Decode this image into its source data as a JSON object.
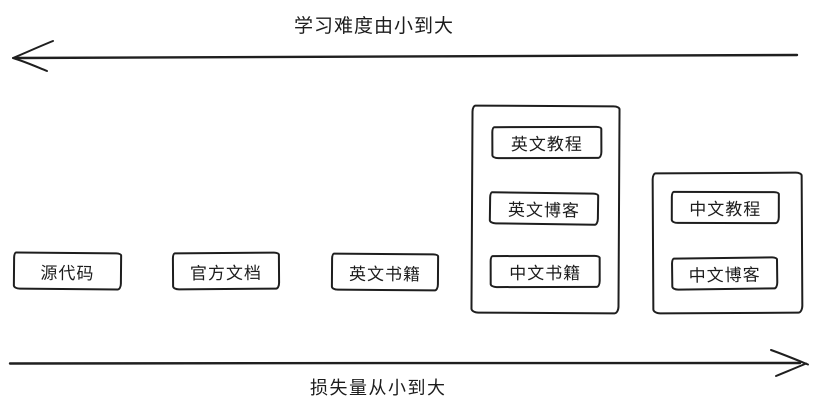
{
  "diagram": {
    "background": "#ffffff",
    "ink_color": "#1f1f1f"
  },
  "axes": {
    "top": {
      "label": "学习难度由小到大",
      "direction": "left"
    },
    "bottom": {
      "label": "损失量从小到大",
      "direction": "right"
    }
  },
  "nodes": [
    {
      "id": "source-code",
      "label": "源代码"
    },
    {
      "id": "official-docs",
      "label": "官方文档"
    },
    {
      "id": "english-books",
      "label": "英文书籍"
    }
  ],
  "groups": [
    {
      "id": "group-english-resources",
      "items": [
        {
          "id": "english-tutorials",
          "label": "英文教程"
        },
        {
          "id": "english-blogs",
          "label": "英文博客"
        },
        {
          "id": "chinese-books",
          "label": "中文书籍"
        }
      ]
    },
    {
      "id": "group-chinese-resources",
      "items": [
        {
          "id": "chinese-tutorials",
          "label": "中文教程"
        },
        {
          "id": "chinese-blogs",
          "label": "中文博客"
        }
      ]
    }
  ]
}
